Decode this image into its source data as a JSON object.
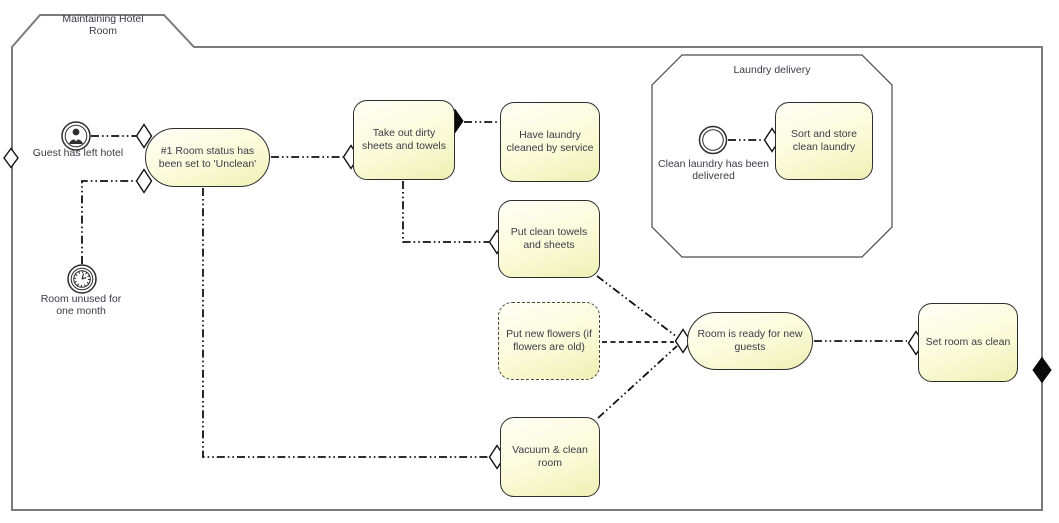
{
  "window": {
    "tab_label": "Maintaining Hotel Room"
  },
  "subprocess": {
    "label": "Laundry delivery"
  },
  "events": [
    {
      "id": "guest-left-hotel",
      "label": "Guest has left hotel",
      "icon": "person-icon"
    },
    {
      "id": "room-unused",
      "label": "Room unused for one month",
      "icon": "clock-icon"
    },
    {
      "id": "clean-laundry-delivered",
      "label": "Clean laundry has been delivered",
      "icon": "plain-circle"
    }
  ],
  "tasks": [
    {
      "id": "room-status-unclean",
      "label": "#1 Room status has been set to 'Unclean'",
      "shape": "stadium"
    },
    {
      "id": "take-out-dirty-sheets",
      "label": "Take out dirty sheets and towels",
      "shape": "rounded"
    },
    {
      "id": "have-laundry-cleaned",
      "label": "Have laundry cleaned by service",
      "shape": "rounded"
    },
    {
      "id": "put-clean-towels",
      "label": "Put clean towels and sheets",
      "shape": "rounded"
    },
    {
      "id": "put-new-flowers",
      "label": "Put new flowers (if flowers are old)",
      "shape": "rounded-dashed"
    },
    {
      "id": "room-ready",
      "label": "Room is ready for new guests",
      "shape": "stadium"
    },
    {
      "id": "set-room-clean",
      "label": "Set room as clean",
      "shape": "rounded"
    },
    {
      "id": "vacuum-clean-room",
      "label": "Vacuum & clean room",
      "shape": "rounded"
    },
    {
      "id": "sort-store-laundry",
      "label": "Sort and store clean laundry",
      "shape": "rounded"
    }
  ],
  "colors": {
    "task_fill_top": "#fffef6",
    "task_fill_bottom": "#efefb4",
    "task_border": "#2d2d2d",
    "container_border": "#7b7b7b",
    "connector": "#111111",
    "text": "#3b3b47",
    "background": "#ffffff"
  }
}
